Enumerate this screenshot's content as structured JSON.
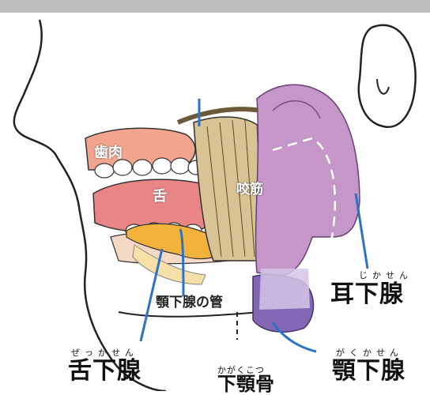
{
  "labels": {
    "gums": "歯肉",
    "tongue": "舌",
    "masseter": "咬筋",
    "submandibular_duct": "顎下腺の管",
    "parotid_ruby": "じかせん",
    "parotid": "耳下腺",
    "sublingual_ruby": "ぜっかせん",
    "sublingual": "舌下腺",
    "mandible_ruby": "かがくこつ",
    "mandible": "下顎骨",
    "submandibular_ruby": "がくかせん",
    "submandibular": "顎下腺"
  },
  "colors": {
    "parotid": "#c497c8",
    "submandibular": "#8467b4",
    "sublingual": "#f3b23a",
    "masseter": "#d9c394",
    "tongue": "#e98585",
    "gum": "#f1a58c",
    "leader": "#2a73c7"
  }
}
